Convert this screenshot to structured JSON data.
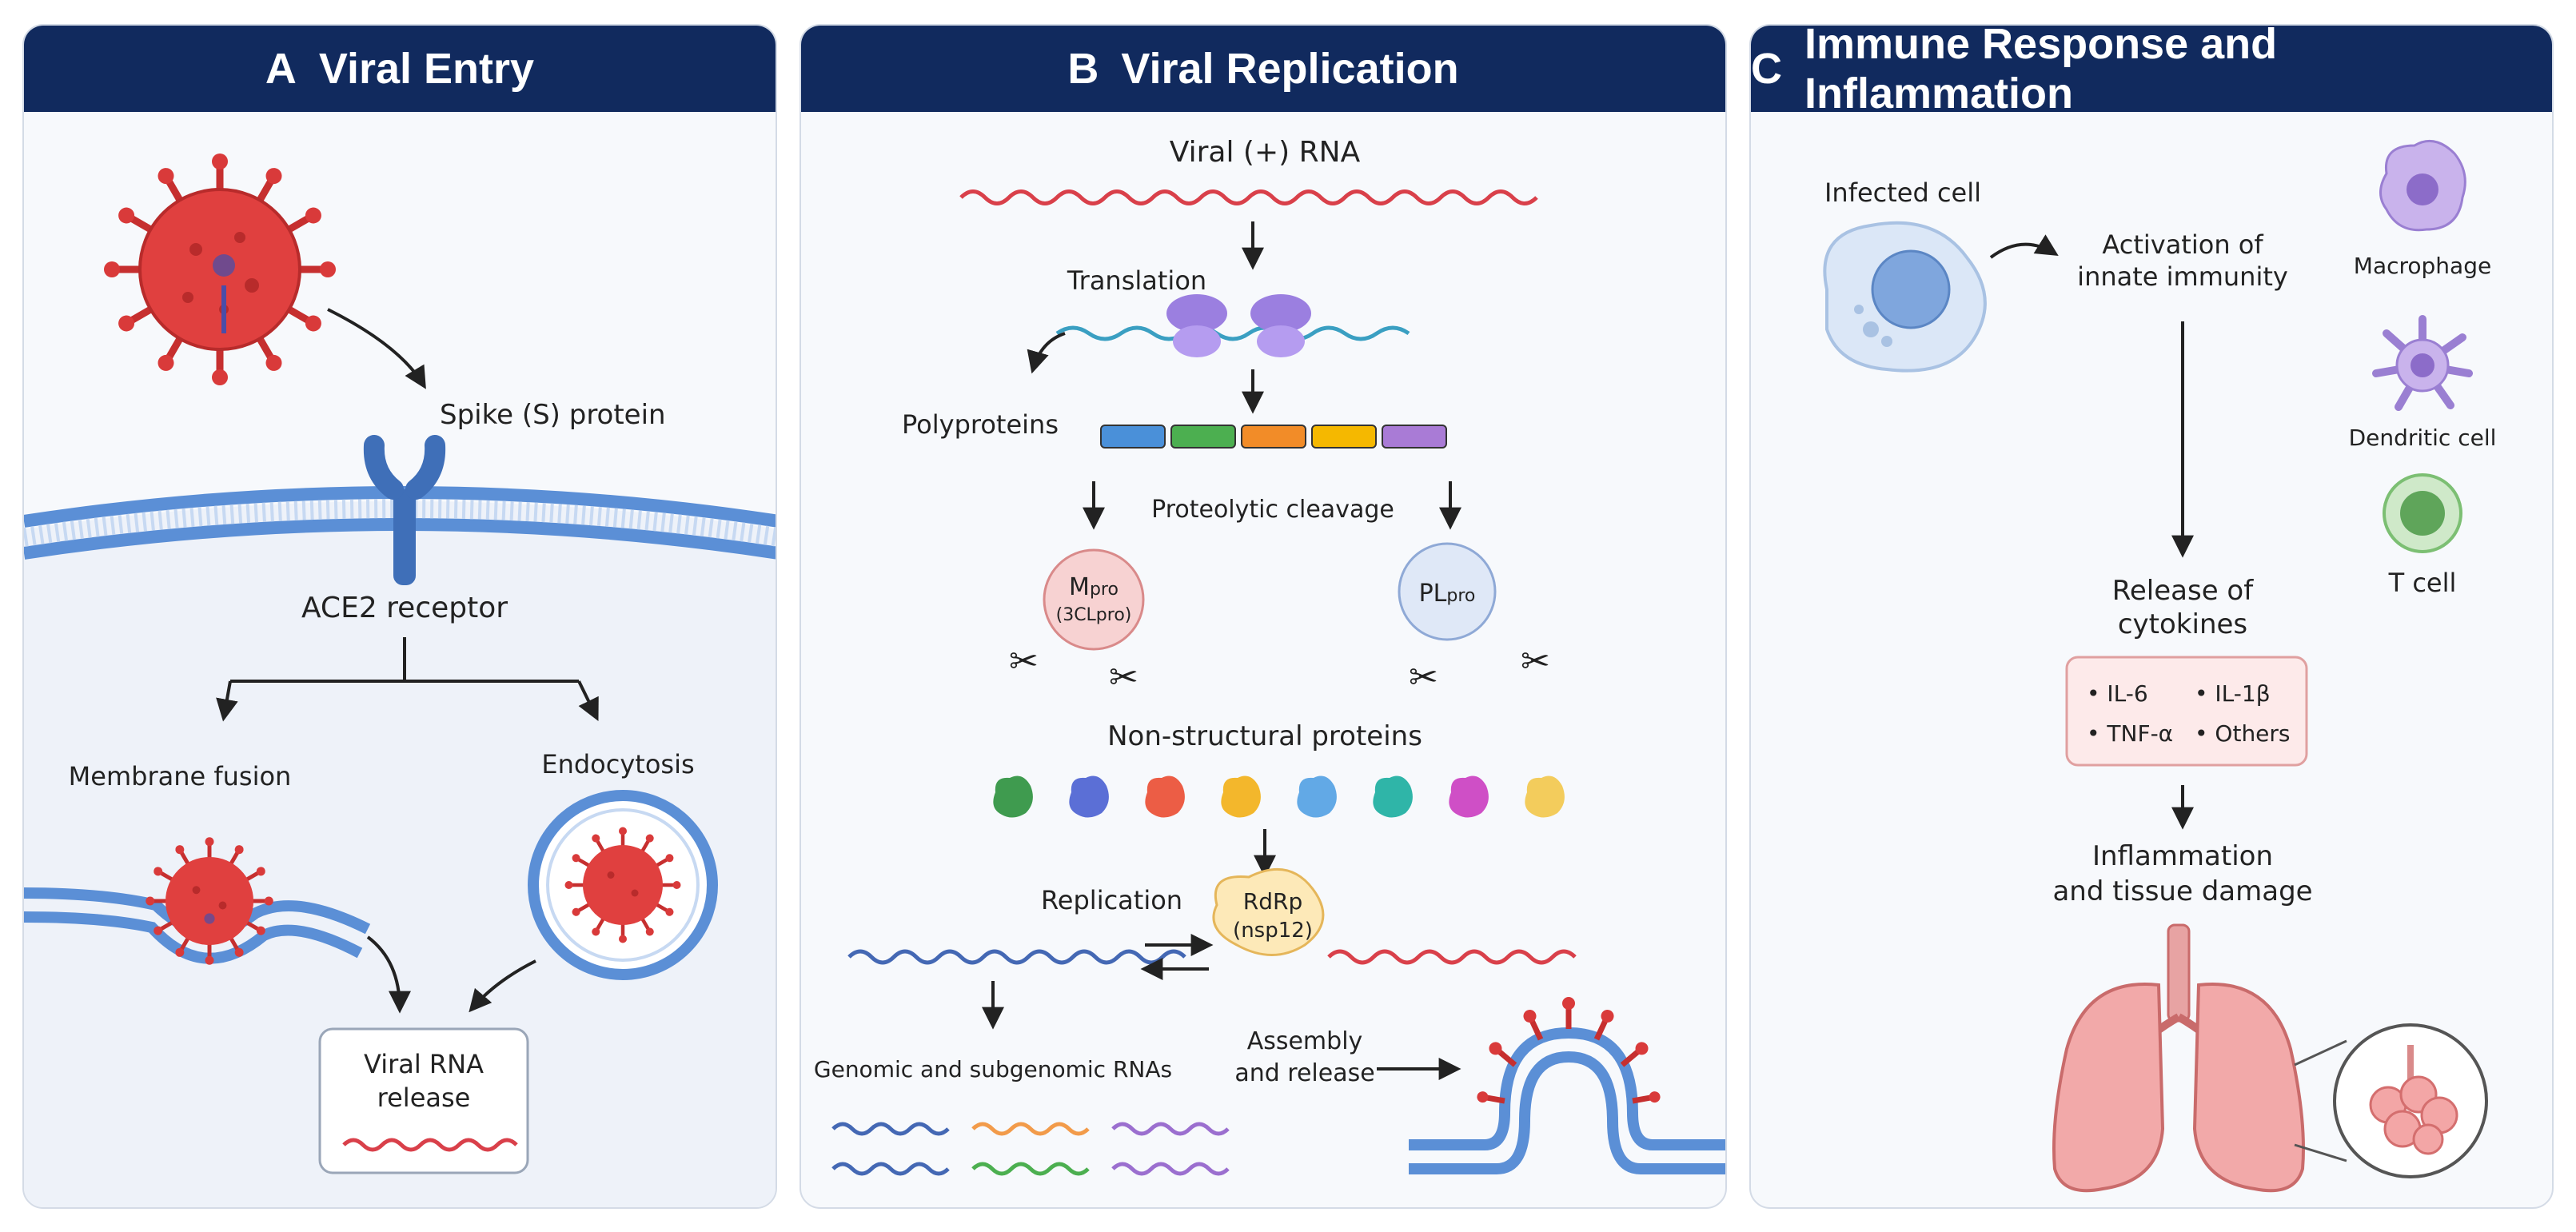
{
  "panels": {
    "a": {
      "letter": "A",
      "title": "Viral Entry",
      "spike_label": "Spike (S) protein",
      "receptor_label": "ACE2 receptor",
      "fusion_label": "Membrane fusion",
      "endocytosis_label": "Endocytosis",
      "release_line1": "Viral RNA",
      "release_line2": "release"
    },
    "b": {
      "letter": "B",
      "title": "Viral Replication",
      "rna_label": "Viral (+) RNA",
      "translation_label": "Translation",
      "polyproteins_label": "Polyproteins",
      "cleavage_label": "Proteolytic cleavage",
      "mpro_main": "M",
      "mpro_sub": "pro",
      "mpro_alt": "(3CLpro)",
      "plpro_main": "PL",
      "plpro_sub": "pro",
      "nsp_label": "Non-structural proteins",
      "replication_label": "Replication",
      "rdrp_line1": "RdRp",
      "rdrp_line2": "(nsp12)",
      "genomic_label": "Genomic and subgenomic RNAs",
      "assembly_line1": "Assembly",
      "assembly_line2": "and release"
    },
    "c": {
      "letter": "C",
      "title": "Immune Response and Inflammation",
      "infected_label": "Infected cell",
      "activation_line1": "Activation of",
      "activation_line2": "innate immunity",
      "macrophage_label": "Macrophage",
      "dendritic_label": "Dendritic cell",
      "tcell_label": "T cell",
      "release_line1": "Release of",
      "release_line2": "cytokines",
      "cytokines": [
        "IL-6",
        "IL-1β",
        "TNF-α",
        "Others"
      ],
      "inflammation_line1": "Inflammation",
      "inflammation_line2": "and tissue damage"
    }
  },
  "colors": {
    "header": "#112a5e",
    "virus": "#d93a3a",
    "membrane": "#5b8fd6",
    "receptor": "#3f6fb8",
    "rna_red": "#d9404a",
    "rna_blue": "#4468b4"
  },
  "polyprotein_colors": [
    "#4a90d9",
    "#4caf50",
    "#f28c28",
    "#f5b800",
    "#a97bd6"
  ],
  "nsp_colors": [
    "#3f9b4f",
    "#5b6fd6",
    "#ec5d45",
    "#f3b72c",
    "#62a9e6",
    "#2fb5a8",
    "#cf4fc6",
    "#f3cc5c"
  ],
  "rna_colors": [
    "#4468b4",
    "#f29b4a",
    "#9b6fcf",
    "#4468b4",
    "#4caf50",
    "#9b6fcf"
  ]
}
